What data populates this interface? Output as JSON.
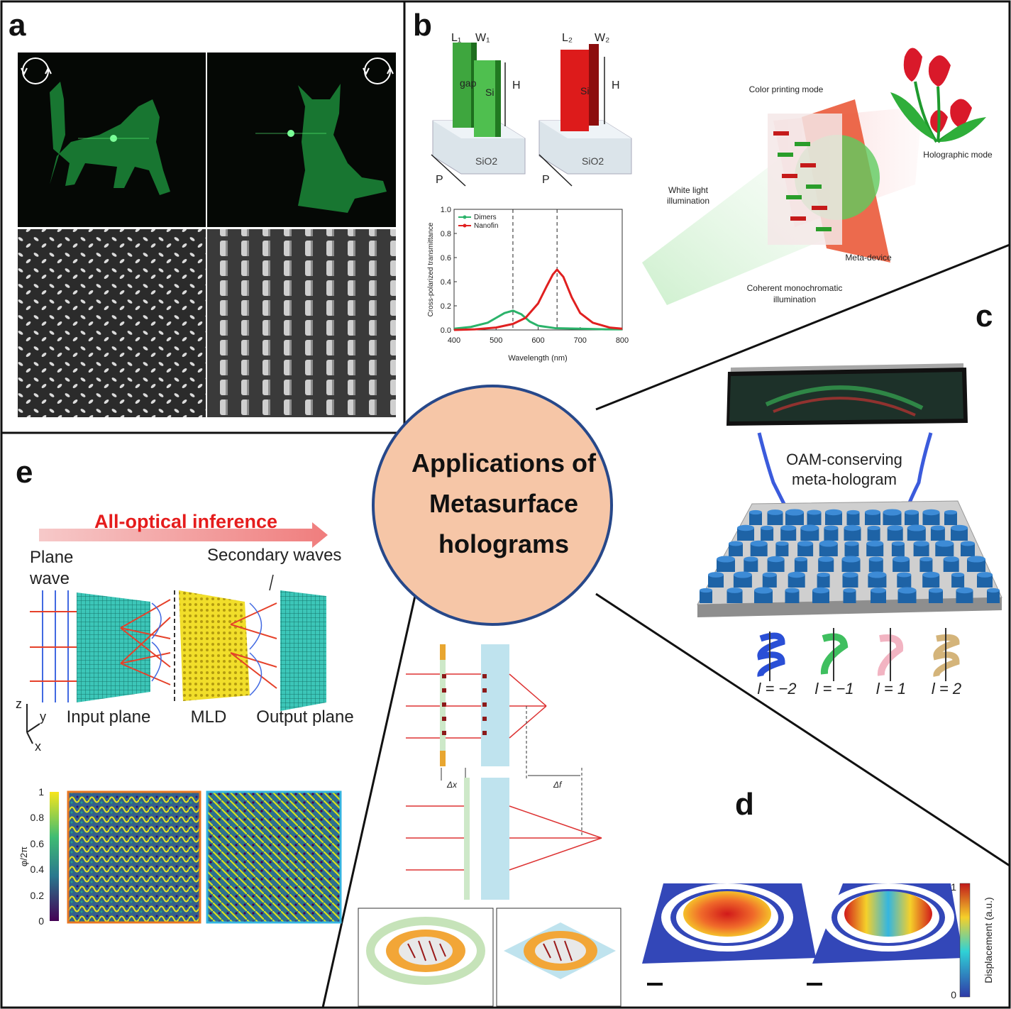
{
  "center": {
    "line1": "Applications of",
    "line2": "Metasurface",
    "line3": "holograms"
  },
  "panels": {
    "a": {
      "letter": "a"
    },
    "b": {
      "letter": "b",
      "dimer": {
        "L": "L₁",
        "W": "W₁",
        "H": "H",
        "P": "P",
        "gap": "gap",
        "si": "Si",
        "sio2": "SiO2"
      },
      "nanofin": {
        "L": "L₂",
        "W": "W₂",
        "H": "H",
        "P": "P",
        "si": "Si",
        "sio2": "SiO2"
      },
      "labels": {
        "color_printing": "Color printing mode",
        "holographic": "Holographic mode",
        "white_light_1": "White light",
        "white_light_2": "illumination",
        "meta_device": "Meta-device",
        "coherent_1": "Coherent monochromatic",
        "coherent_2": "illumination"
      }
    },
    "c": {
      "letter": "c",
      "title_1": "OAM-conserving",
      "title_2": "meta-hologram",
      "modes": [
        "l = −2",
        "l = −1",
        "l = 1",
        "l = 2"
      ]
    },
    "d": {
      "letter": "d",
      "colorbar_label": "Displacement (a.u.)",
      "cb_max": "1",
      "cb_min": "0"
    },
    "e": {
      "letter": "e",
      "arrow_title": "All-optical inference",
      "plane_wave_1": "Plane",
      "plane_wave_2": "wave",
      "secondary": "Secondary waves",
      "input_plane": "Input plane",
      "mld": "MLD",
      "output_plane": "Output plane",
      "axis_z": "z",
      "axis_y": "y",
      "axis_x": "x",
      "colorbar_label": "φ/2π",
      "colorbar_ticks": [
        "1",
        "0.8",
        "0.6",
        "0.4",
        "0.2",
        "0"
      ]
    },
    "f": {
      "dx": "Δx",
      "df": "Δf"
    }
  },
  "chart_data": {
    "type": "line",
    "xlabel": "Wavelength (nm)",
    "ylabel": "Cross-polarized transmittance",
    "xlim": [
      400,
      800
    ],
    "ylim": [
      0,
      1.0
    ],
    "xticks": [
      400,
      500,
      600,
      700,
      800
    ],
    "yticks": [
      0.0,
      0.2,
      0.4,
      0.6,
      0.8,
      1.0
    ],
    "legend_position": "top-left",
    "markers_x": [
      540,
      645
    ],
    "series": [
      {
        "name": "Dimers",
        "color": "#2bb36a",
        "x": [
          400,
          440,
          480,
          500,
          520,
          540,
          560,
          580,
          600,
          640,
          700,
          760,
          800
        ],
        "y": [
          0.01,
          0.025,
          0.06,
          0.1,
          0.14,
          0.16,
          0.13,
          0.07,
          0.035,
          0.015,
          0.01,
          0.005,
          0.005
        ]
      },
      {
        "name": "Nanofin",
        "color": "#e02020",
        "x": [
          400,
          450,
          500,
          540,
          570,
          600,
          620,
          635,
          645,
          660,
          680,
          700,
          730,
          770,
          800
        ],
        "y": [
          0.0,
          0.005,
          0.02,
          0.05,
          0.1,
          0.22,
          0.36,
          0.46,
          0.5,
          0.44,
          0.27,
          0.14,
          0.06,
          0.02,
          0.01
        ]
      }
    ]
  }
}
